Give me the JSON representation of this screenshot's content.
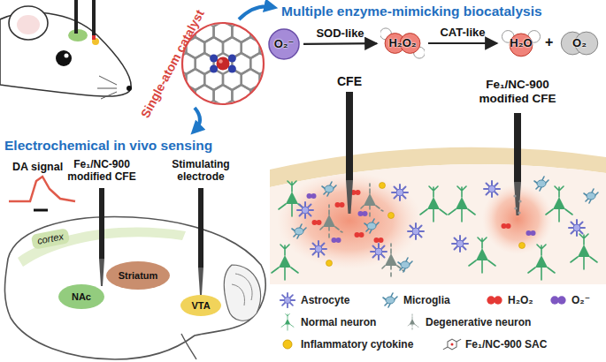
{
  "diagram": {
    "nodes": [
      {
        "text": [
          "O₂⁻"
        ]
      },
      {
        "text": [
          "H₂O₂"
        ]
      },
      {
        "text": [
          "H₂O"
        ]
      },
      {
        "text": [
          "O₂"
        ]
      },
      {
        "text": [
          "cortex"
        ]
      },
      {
        "text": [
          "Striatum"
        ]
      },
      {
        "text": [
          "NAc"
        ]
      },
      {
        "text": [
          "VTA"
        ]
      }
    ],
    "edges": [
      {
        "from": 0,
        "to": 1,
        "label": "SOD-like",
        "arrow": "to"
      },
      {
        "from": 1,
        "to": 2,
        "label": "CAT-like",
        "arrow": "to"
      }
    ],
    "labels": [
      "Multiple enzyme-mimicking biocatalysis",
      "Single-atom catalyst",
      "Electrochemical in vivo sensing",
      "+",
      "CFE",
      "Fe₁/NC-900 modified CFE",
      "DA signal",
      "Fe₁/NC-900 modified CFE",
      "Stimulating electrode"
    ],
    "legend": [
      {
        "text": "Astrocyte"
      },
      {
        "text": "Microglia"
      },
      {
        "text": "H₂O₂"
      },
      {
        "text": "O₂⁻"
      },
      {
        "text": "Normal neuron"
      },
      {
        "text": "Degenerative neuron"
      },
      {
        "text": "Inflammatory cytokine"
      },
      {
        "text": "Fe₁/NC-900 SAC"
      }
    ]
  }
}
